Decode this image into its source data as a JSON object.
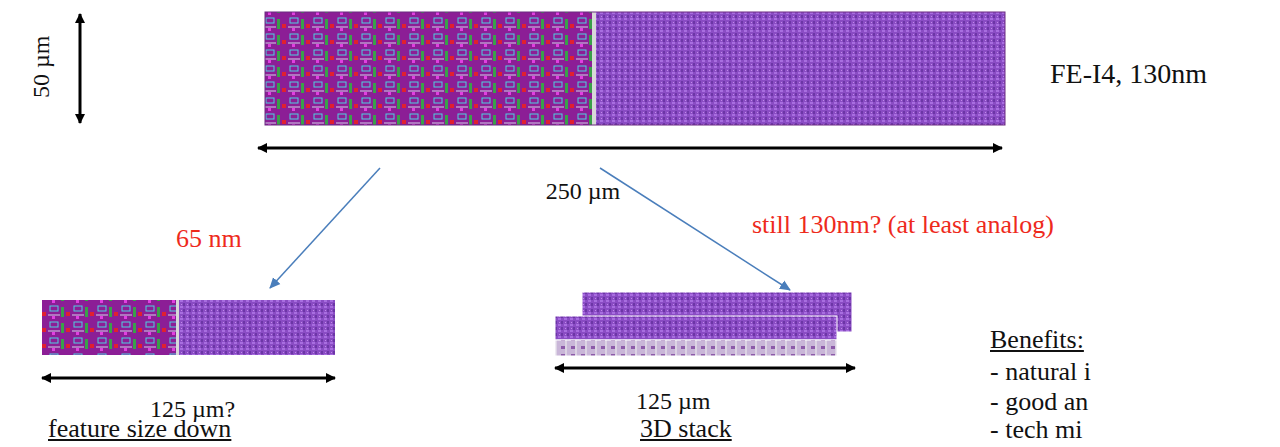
{
  "diagram": {
    "labels": [
      "50 µm",
      "FE-I4, 130nm",
      "250 µm",
      "65 nm",
      "still 130nm? (at least analog)",
      "125 µm?",
      "feature size down",
      "125 µm",
      "3D stack",
      "Benefits:",
      "- natural i",
      "- good an",
      "- tech mi"
    ]
  }
}
